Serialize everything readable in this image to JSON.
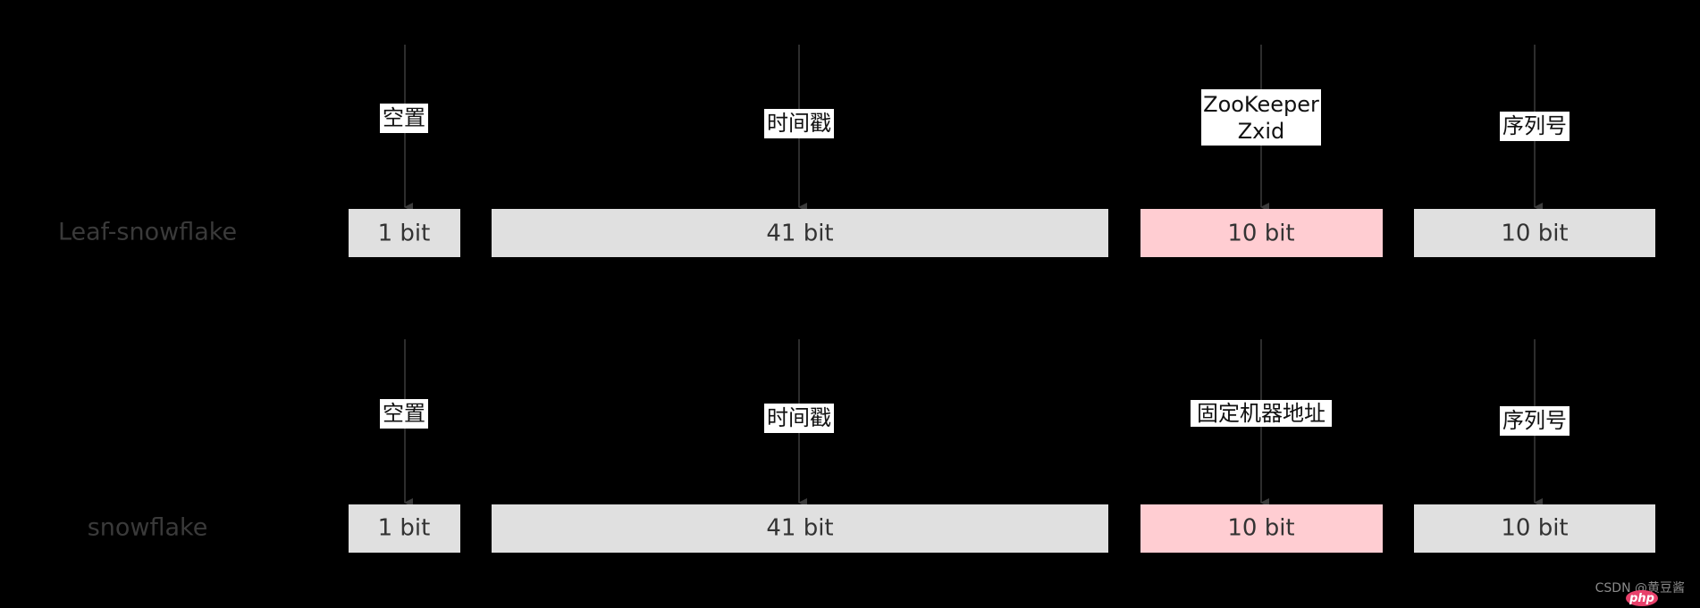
{
  "colors": {
    "background": "#000000",
    "cell_default": "#e0e0e0",
    "cell_highlight": "#ffcdd2",
    "arrow": "#3c3c3c",
    "label_box": "#ffffff"
  },
  "rows": [
    {
      "label": "Leaf-snowflake",
      "cells": [
        {
          "text": "1 bit",
          "annotation": [
            "空置"
          ],
          "highlight": false
        },
        {
          "text": "41 bit",
          "annotation": [
            "时间戳"
          ],
          "highlight": false
        },
        {
          "text": "10 bit",
          "annotation": [
            "ZooKeeper",
            "Zxid"
          ],
          "highlight": true
        },
        {
          "text": "10 bit",
          "annotation": [
            "序列号"
          ],
          "highlight": false
        }
      ]
    },
    {
      "label": "snowflake",
      "cells": [
        {
          "text": "1 bit",
          "annotation": [
            "空置"
          ],
          "highlight": false
        },
        {
          "text": "41 bit",
          "annotation": [
            "时间戳"
          ],
          "highlight": false
        },
        {
          "text": "10 bit",
          "annotation": [
            "固定机器地址"
          ],
          "highlight": true
        },
        {
          "text": "10 bit",
          "annotation": [
            "序列号"
          ],
          "highlight": false
        }
      ]
    }
  ],
  "watermark": {
    "text": "CSDN @黄豆酱",
    "logo": "php"
  }
}
